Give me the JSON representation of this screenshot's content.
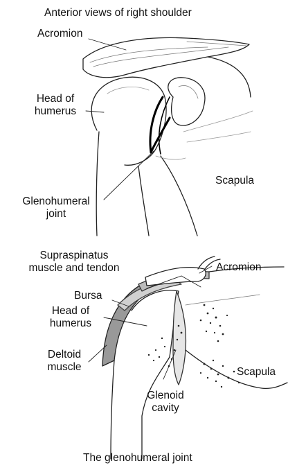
{
  "top_figure": {
    "title": "Anterior views of right shoulder",
    "labels": {
      "acromion": "Acromion",
      "head_of_humerus": [
        "Head of",
        "humerus"
      ],
      "scapula": "Scapula",
      "glenohumeral_joint": [
        "Glenohumeral",
        "joint"
      ]
    }
  },
  "bottom_figure": {
    "labels": {
      "supraspinatus": [
        "Supraspinatus",
        "muscle and tendon"
      ],
      "acromion": "Acromion",
      "bursa": "Bursa",
      "head_of_humerus": [
        "Head of",
        "humerus"
      ],
      "deltoid_muscle": [
        "Deltoid",
        "muscle"
      ],
      "scapula": "Scapula",
      "glenoid_cavity": [
        "Glenoid",
        "cavity"
      ]
    },
    "caption": "The glenohumeral joint"
  }
}
